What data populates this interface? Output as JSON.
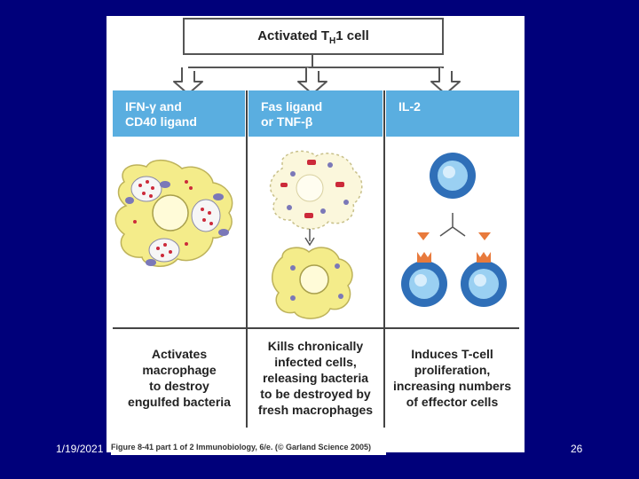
{
  "title": {
    "prefix": "Activated T",
    "sub": "H",
    "suffix": "1  cell"
  },
  "columns": [
    {
      "header_line1": "IFN-γ and",
      "header_line2": "CD40 ligand",
      "caption": [
        "Activates",
        "macrophage",
        "to destroy",
        "engulfed bacteria"
      ]
    },
    {
      "header_line1": "Fas ligand",
      "header_line2": "or TNF-β",
      "caption": [
        "Kills chronically",
        "infected cells,",
        "releasing bacteria",
        "to be destroyed by",
        "fresh macrophages"
      ]
    },
    {
      "header_line1": "IL-2",
      "header_line2": "",
      "caption": [
        "Induces T-cell",
        "proliferation,",
        "increasing numbers",
        "of effector cells"
      ]
    }
  ],
  "figure_credit": "Figure 8-41 part 1 of 2 Immunobiology, 6/e. (© Garland Science 2005)",
  "footer": {
    "date": "1/19/2021",
    "page": "26"
  },
  "colors": {
    "background": "#00007a",
    "header": "#5aaee0",
    "macrophage": "#f4ec8a",
    "tcell": "#2f6fb8"
  }
}
